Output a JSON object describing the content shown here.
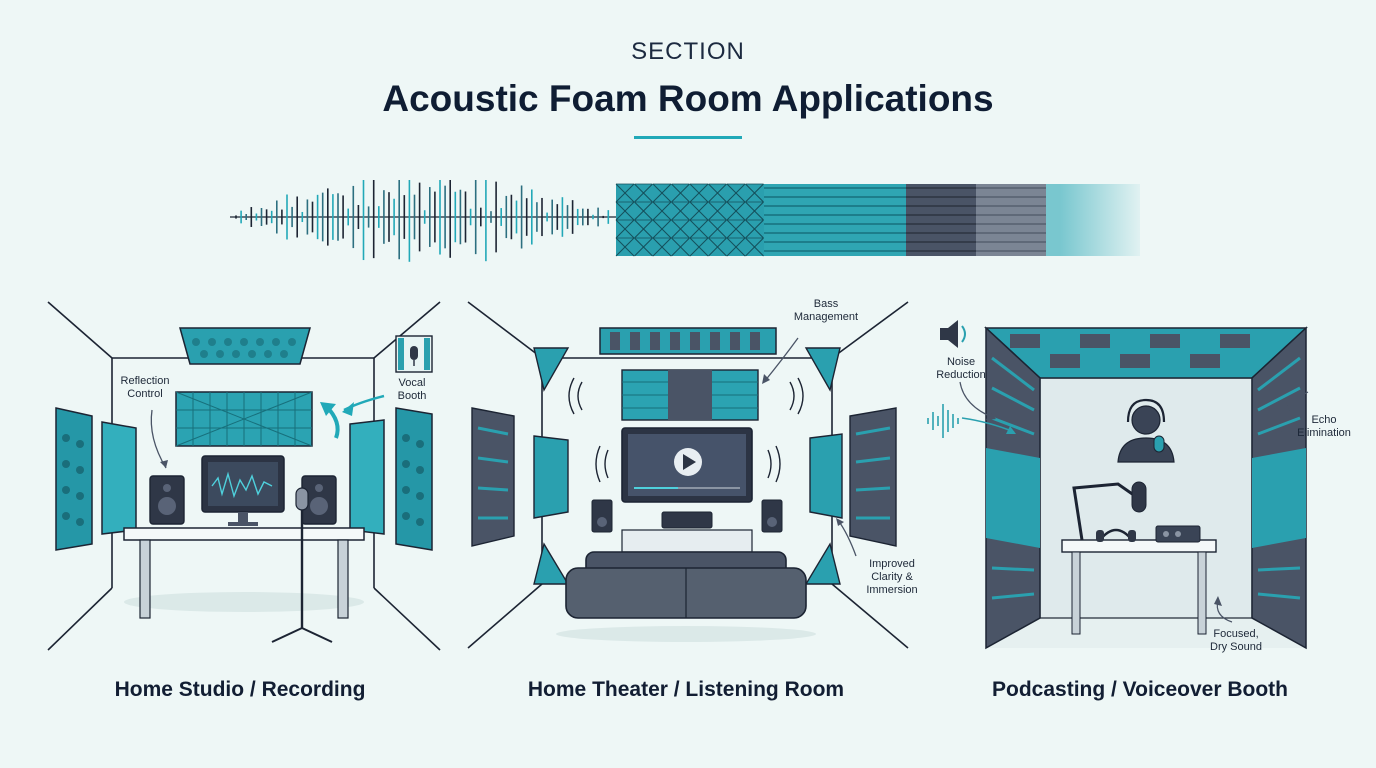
{
  "header": {
    "eyebrow": "SECTION",
    "title": "Acoustic Foam Room Applications"
  },
  "colors": {
    "teal": "#22a8b8",
    "slate": "#4a5466",
    "ink": "#1a2333",
    "background": "#eef7f6"
  },
  "panels": [
    {
      "caption": "Home Studio / Recording",
      "callouts": {
        "reflection": "Reflection\nControl",
        "vocal": "Vocal\nBooth"
      }
    },
    {
      "caption": "Home Theater / Listening Room",
      "callouts": {
        "bass": "Bass\nManagement",
        "clarity": "Improved\nClarity &\nImmersion"
      }
    },
    {
      "caption": "Podcasting / Voiceover Booth",
      "callouts": {
        "noise": "Noise\nReduction",
        "echo": "Echo\nElimination",
        "dry": "Focused,\nDry Sound"
      }
    }
  ]
}
